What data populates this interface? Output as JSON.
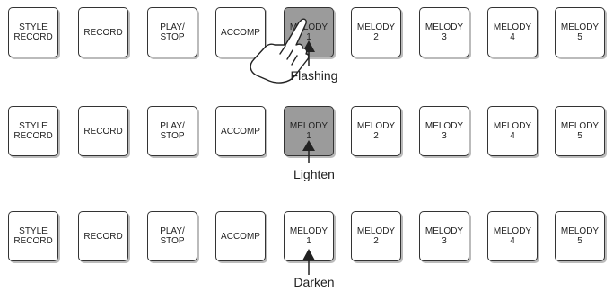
{
  "rows": [
    {
      "state": "Flashing",
      "buttons": [
        {
          "label": "STYLE\nRECORD",
          "lit": false
        },
        {
          "label": "RECORD",
          "lit": false
        },
        {
          "label": "PLAY/\nSTOP",
          "lit": false
        },
        {
          "label": "ACCOMP",
          "lit": false
        },
        {
          "label": "MELODY\n1",
          "lit": true
        },
        {
          "label": "MELODY\n2",
          "lit": false
        },
        {
          "label": "MELODY\n3",
          "lit": false
        },
        {
          "label": "MELODY\n4",
          "lit": false
        },
        {
          "label": "MELODY\n5",
          "lit": false
        }
      ],
      "caption": "Flashing",
      "pointer": "pressing-finger-icon"
    },
    {
      "state": "Lighten",
      "buttons": [
        {
          "label": "STYLE\nRECORD",
          "lit": false
        },
        {
          "label": "RECORD",
          "lit": false
        },
        {
          "label": "PLAY/\nSTOP",
          "lit": false
        },
        {
          "label": "ACCOMP",
          "lit": false
        },
        {
          "label": "MELODY\n1",
          "lit": true
        },
        {
          "label": "MELODY\n2",
          "lit": false
        },
        {
          "label": "MELODY\n3",
          "lit": false
        },
        {
          "label": "MELODY\n4",
          "lit": false
        },
        {
          "label": "MELODY\n5",
          "lit": false
        }
      ],
      "caption": "Lighten"
    },
    {
      "state": "Darken",
      "buttons": [
        {
          "label": "STYLE\nRECORD",
          "lit": false
        },
        {
          "label": "RECORD",
          "lit": false
        },
        {
          "label": "PLAY/\nSTOP",
          "lit": false
        },
        {
          "label": "ACCOMP",
          "lit": false
        },
        {
          "label": "MELODY\n1",
          "lit": false
        },
        {
          "label": "MELODY\n2",
          "lit": false
        },
        {
          "label": "MELODY\n3",
          "lit": false
        },
        {
          "label": "MELODY\n4",
          "lit": false
        },
        {
          "label": "MELODY\n5",
          "lit": false
        }
      ],
      "caption": "Darken"
    }
  ],
  "colors": {
    "lit": "#9b9b9b",
    "unlit": "#ffffff",
    "border": "#333333"
  }
}
